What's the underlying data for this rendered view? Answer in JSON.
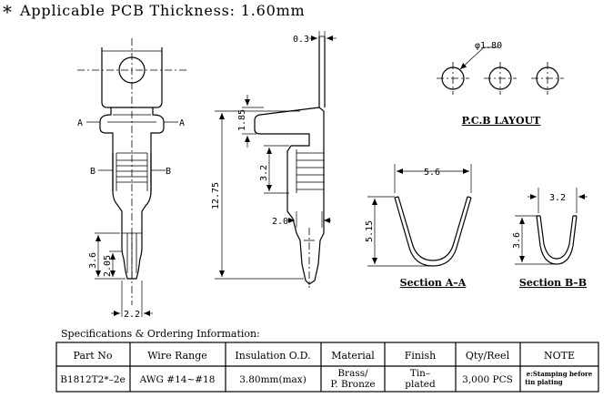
{
  "header": {
    "bullet": "*",
    "title": "Applicable PCB Thickness: 1.60mm"
  },
  "front_view": {
    "section_a_left": "A",
    "section_a_right": "A",
    "section_b_left": "B",
    "section_b_right": "B",
    "dim_3_6": "3.6",
    "dim_2_05": "2.05",
    "dim_2_2": "2.2"
  },
  "side_view": {
    "dim_0_3": "0.3",
    "dim_1_85": "1.85",
    "dim_3_2": "3.2",
    "dim_12_75": "12.75",
    "dim_2_0": "2.0"
  },
  "pcb_layout": {
    "hole_dia": "φ1.80",
    "caption": "P.C.B LAYOUT"
  },
  "section_aa": {
    "width": "5.6",
    "height": "5.15",
    "caption": "Section A–A"
  },
  "section_bb": {
    "width": "3.2",
    "height": "3.6",
    "caption": "Section B–B"
  },
  "specs": {
    "title": "Specifications & Ordering Information:",
    "headers": [
      "Part No",
      "Wire Range",
      "Insulation O.D.",
      "Material",
      "Finish",
      "Qty/Reel",
      "NOTE"
    ],
    "row": {
      "part_no": "B1812T2*–2e",
      "wire_range": "AWG #14~#18",
      "insulation_od": "3.80mm(max)",
      "material_line1": "Brass/",
      "material_line2": "P. Bronze",
      "finish_line1": "Tin–",
      "finish_line2": "plated",
      "qty_reel": "3,000 PCS",
      "note_line1": "e:Stamping before",
      "note_line2": "tin plating"
    }
  }
}
